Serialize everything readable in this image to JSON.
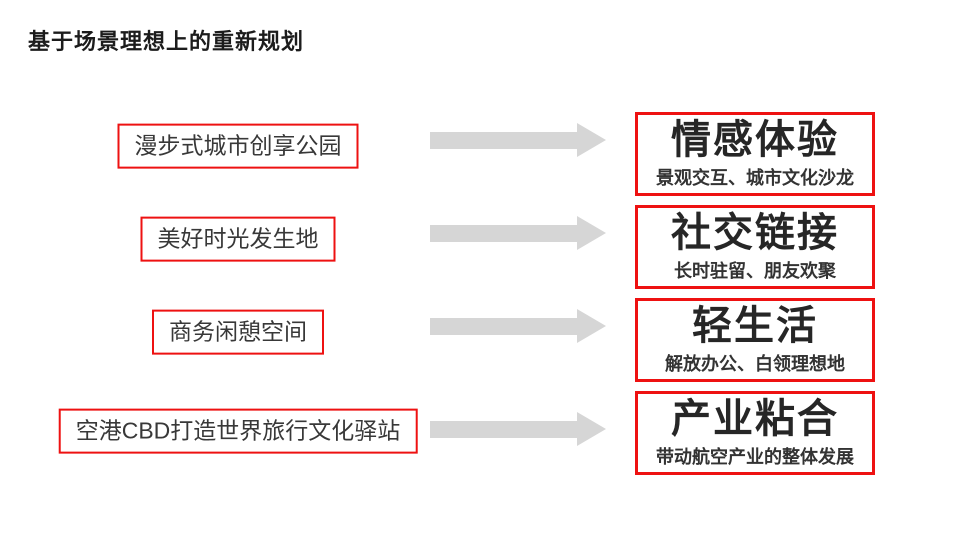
{
  "page": {
    "title": "基于场景理想上的重新规划"
  },
  "colors": {
    "accent_red": "#ee1111",
    "arrow_gray": "#d6d6d6",
    "title_text": "#1c1c1c",
    "body_text": "#383838",
    "background": "#ffffff"
  },
  "icons": {
    "arrow": "arrow-right-icon"
  },
  "rows": [
    {
      "left_label": "漫步式城市创享公园",
      "right_title": "情感体验",
      "right_subtitle": "景观交互、城市文化沙龙"
    },
    {
      "left_label": "美好时光发生地",
      "right_title": "社交链接",
      "right_subtitle": "长时驻留、朋友欢聚"
    },
    {
      "left_label": "商务闲憩空间",
      "right_title": "轻生活",
      "right_subtitle": "解放办公、白领理想地"
    },
    {
      "left_label": "空港CBD打造世界旅行文化驿站",
      "right_title": "产业粘合",
      "right_subtitle": "带动航空产业的整体发展"
    }
  ]
}
